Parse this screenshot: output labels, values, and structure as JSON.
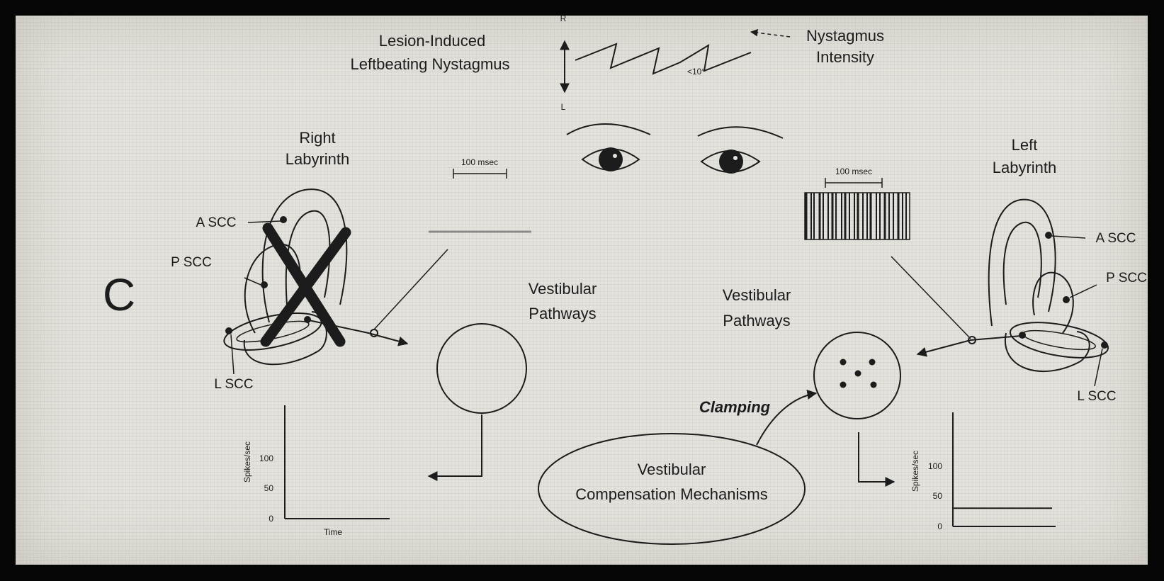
{
  "panel_letter": "C",
  "nystagmus": {
    "title_line1": "Lesion-Induced",
    "title_line2": "Leftbeating Nystagmus",
    "axis_top": "R",
    "axis_bottom": "L",
    "intensity_line1": "Nystagmus",
    "intensity_line2": "Intensity",
    "angle_label": "<10°"
  },
  "right_labyrinth": {
    "title_line1": "Right",
    "title_line2": "Labyrinth",
    "a_scc": "A SCC",
    "p_scc": "P SCC",
    "l_scc": "L SCC",
    "scale_label": "100 msec"
  },
  "left_labyrinth": {
    "title_line1": "Left",
    "title_line2": "Labyrinth",
    "a_scc": "A SCC",
    "p_scc": "P SCC",
    "l_scc": "L SCC",
    "scale_label": "100 msec"
  },
  "pathways": {
    "right_line1": "Vestibular",
    "right_line2": "Pathways",
    "left_line1": "Vestibular",
    "left_line2": "Pathways"
  },
  "compensation": {
    "line1": "Vestibular",
    "line2": "Compensation Mechanisms",
    "clamping": "Clamping"
  },
  "graphs": {
    "right": {
      "ylabel": "Spikes/sec",
      "xlabel": "Time",
      "tick_high": "100",
      "tick_mid": "50",
      "tick_zero": "0"
    },
    "left": {
      "ylabel": "Spikes/sec",
      "tick_high": "100",
      "tick_mid": "50",
      "tick_zero": "0",
      "resting_rate": 30
    }
  },
  "colors": {
    "ink": "#1c1c1c",
    "paper": "#e4e2dc",
    "frame": "#050505"
  }
}
